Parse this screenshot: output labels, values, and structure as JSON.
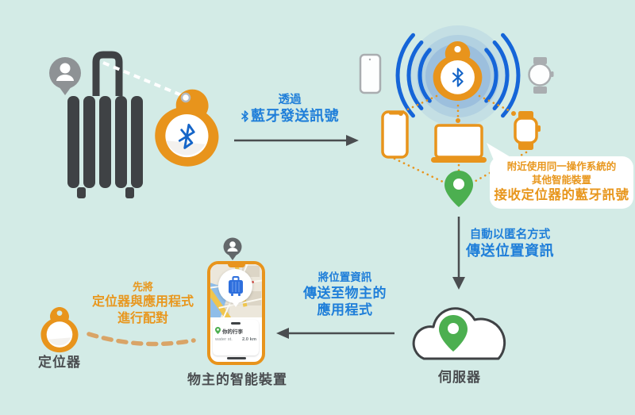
{
  "colors": {
    "background": "#d3ebe6",
    "accent_orange": "#e8941c",
    "text_blue": "#1e7ed9",
    "bluetooth_blue": "#1565c8",
    "pin_green": "#4caf50",
    "dark_gray": "#3f4245",
    "bubble_text_orange": "#e8971e"
  },
  "step_bluetooth": {
    "line1": "透過",
    "line2": "藍牙發送訊號"
  },
  "bubble": {
    "line1": "附近使用同一操作系統的",
    "line2": "其他智能裝置",
    "line3": "接收定位器的藍牙訊號"
  },
  "step_anonymous": {
    "line1": "自動以匿名方式",
    "line2": "傳送位置資訊"
  },
  "step_to_owner": {
    "line1": "將位置資訊",
    "line2": "傳送至物主的",
    "line3": "應用程式"
  },
  "pairing": {
    "line1": "先將",
    "line2": "定位器與應用程式",
    "line3": "進行配對"
  },
  "labels": {
    "server": "伺服器",
    "owner_device": "物主的智能裝置",
    "tracker": "定位器"
  },
  "app": {
    "title": "你的行李",
    "street": "water st.",
    "distance": "2.0 km"
  }
}
